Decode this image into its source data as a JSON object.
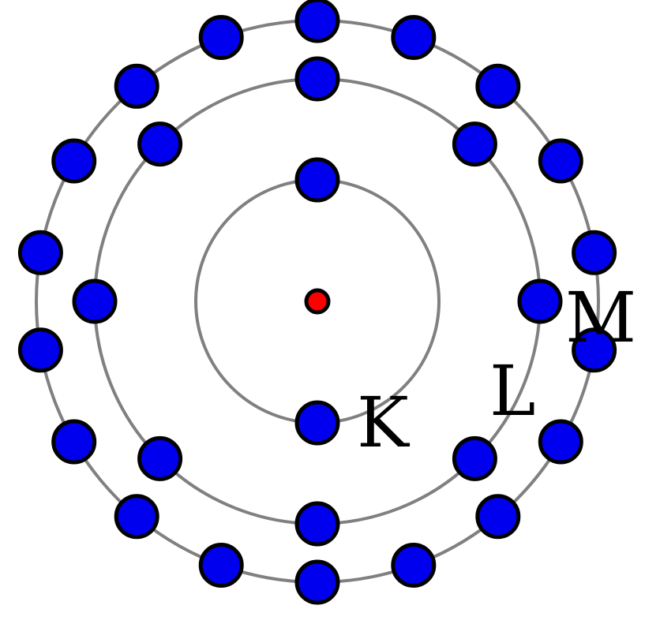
{
  "diagram": {
    "colors": {
      "orbit": "#808080",
      "electron": "#0000ee",
      "nucleus": "#ff0000",
      "outline": "#000000",
      "text": "#000000"
    },
    "shells": [
      {
        "label": "K",
        "electron_count": 2
      },
      {
        "label": "L",
        "electron_count": 8
      },
      {
        "label": "M",
        "electron_count": 18
      }
    ]
  }
}
